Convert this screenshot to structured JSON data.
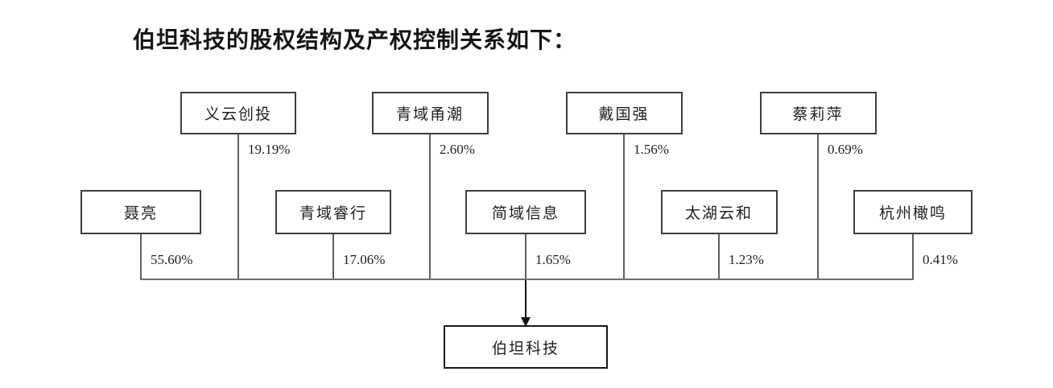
{
  "title": "伯坦科技的股权结构及产权控制关系如下：",
  "company": {
    "name": "伯坦科技"
  },
  "shareholders": [
    {
      "name": "聂亮",
      "percent": "55.60%"
    },
    {
      "name": "义云创投",
      "percent": "19.19%"
    },
    {
      "name": "青域睿行",
      "percent": "17.06%"
    },
    {
      "name": "青域甬潮",
      "percent": "2.60%"
    },
    {
      "name": "简域信息",
      "percent": "1.65%"
    },
    {
      "name": "戴国强",
      "percent": "1.56%"
    },
    {
      "name": "太湖云和",
      "percent": "1.23%"
    },
    {
      "name": "蔡莉萍",
      "percent": "0.69%"
    },
    {
      "name": "杭州橄鸣",
      "percent": "0.41%"
    }
  ],
  "colors": {
    "text": "#1f1f1f",
    "box_border": "#3e3e3e",
    "connector_line": "#6e6e6e",
    "arrow": "#111111",
    "background": "#ffffff"
  }
}
